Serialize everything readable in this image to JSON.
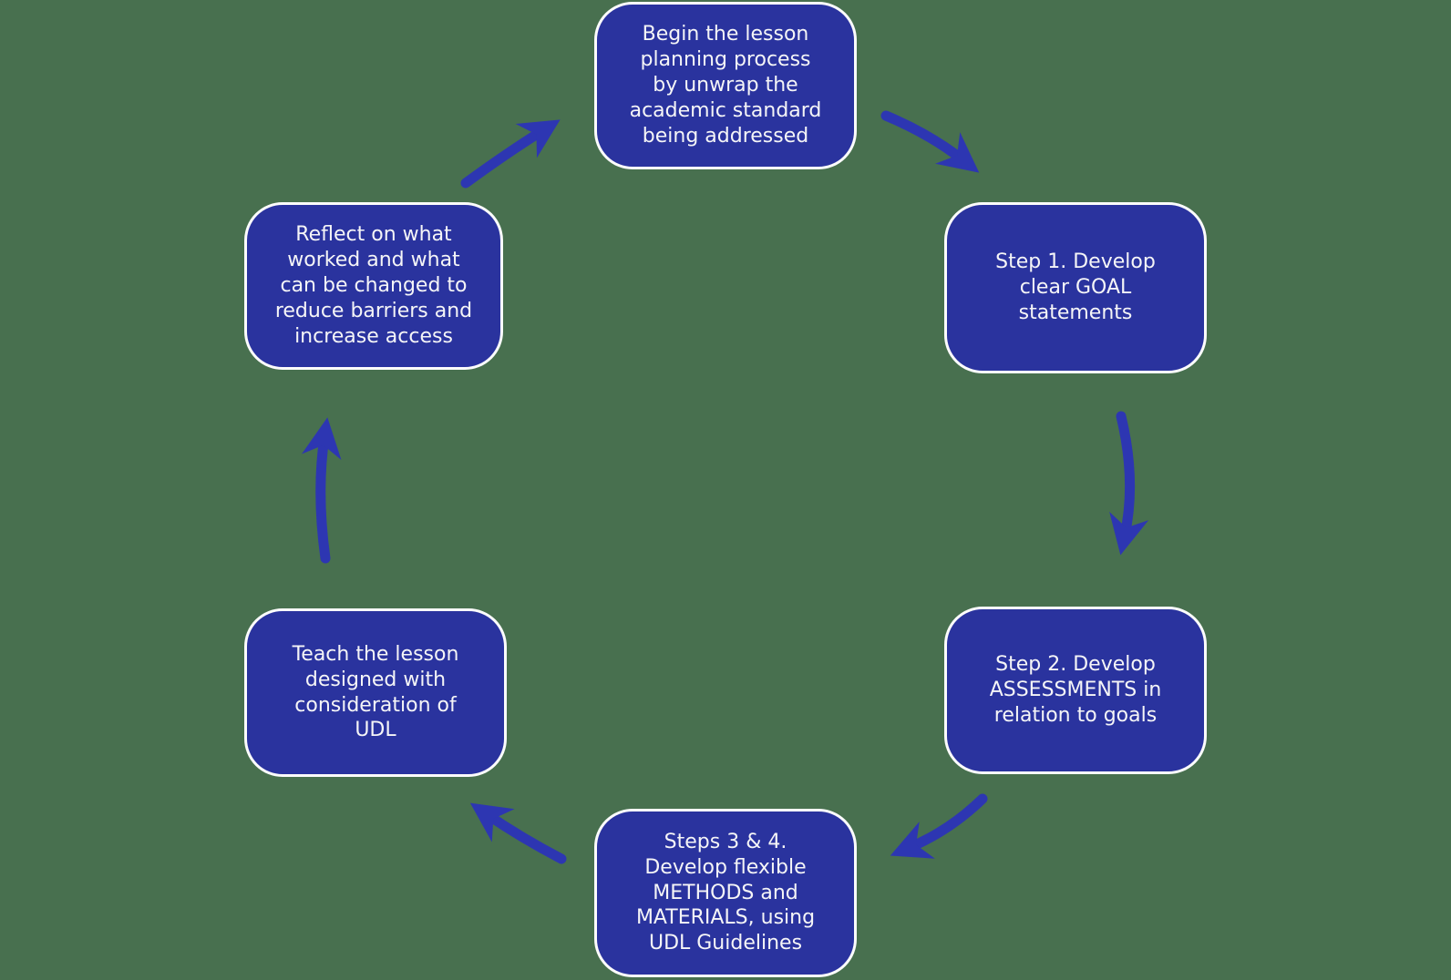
{
  "colors": {
    "background": "#48704F",
    "box_fill": "#2A339E",
    "box_border": "#FCFCFC",
    "box_text": "#F5F5F7",
    "arrow": "#2D36B2"
  },
  "nodes": {
    "begin": {
      "text": "Begin the lesson\nplanning process\nby unwrap the\nacademic standard\nbeing addressed"
    },
    "step1": {
      "text": "Step 1. Develop\nclear GOAL\nstatements"
    },
    "step2": {
      "text": "Step 2. Develop\nASSESSMENTS in\nrelation to goals"
    },
    "steps34": {
      "text": "Steps 3 & 4.\nDevelop flexible\nMETHODS and\nMATERIALS, using\nUDL Guidelines"
    },
    "teach": {
      "text": "Teach the lesson\ndesigned with\nconsideration of\nUDL"
    },
    "reflect": {
      "text": "Reflect on what\nworked and what\ncan be changed to\nreduce barriers and\nincrease access"
    }
  },
  "arrows": [
    {
      "from": "reflect",
      "to": "begin"
    },
    {
      "from": "begin",
      "to": "step1"
    },
    {
      "from": "step1",
      "to": "step2"
    },
    {
      "from": "step2",
      "to": "steps34"
    },
    {
      "from": "steps34",
      "to": "teach"
    },
    {
      "from": "teach",
      "to": "reflect"
    }
  ]
}
